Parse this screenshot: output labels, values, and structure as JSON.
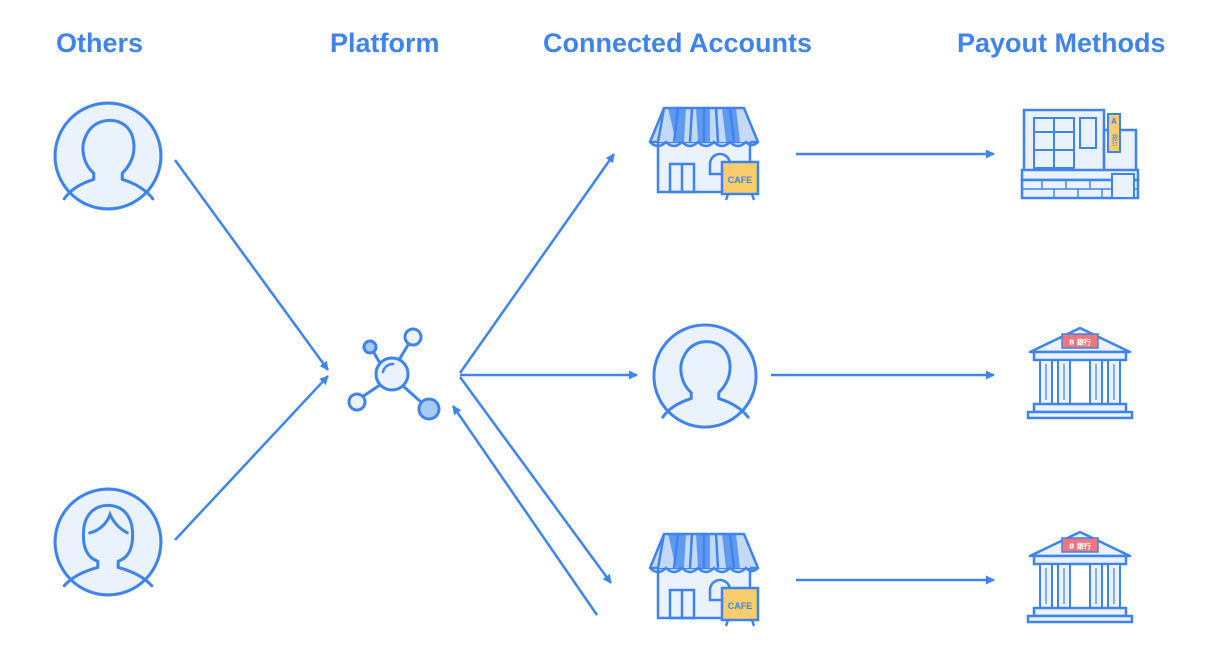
{
  "headers": {
    "others": "Others",
    "platform": "Platform",
    "connected_accounts": "Connected Accounts",
    "payout_methods": "Payout Methods"
  },
  "labels": {
    "cafe": "CAFE",
    "bank_a_letter": "A",
    "bank_a_chars": "銀行",
    "bank_b": "B 銀行"
  },
  "colors": {
    "primary_blue": "#3f84ec",
    "light_blue_fill": "#eaf2fd",
    "mid_blue_fill": "#a9c9f6",
    "awning_light": "#c4d9f8",
    "cafe_sign": "#f9cc6c",
    "bank_b_sign": "#f0767b",
    "bank_a_sign": "#f9cc6c"
  },
  "icons": [
    "person-male-icon",
    "person-female-icon",
    "platform-network-icon",
    "cafe-storefront-icon",
    "bank-building-a-icon",
    "bank-columns-b-icon"
  ]
}
